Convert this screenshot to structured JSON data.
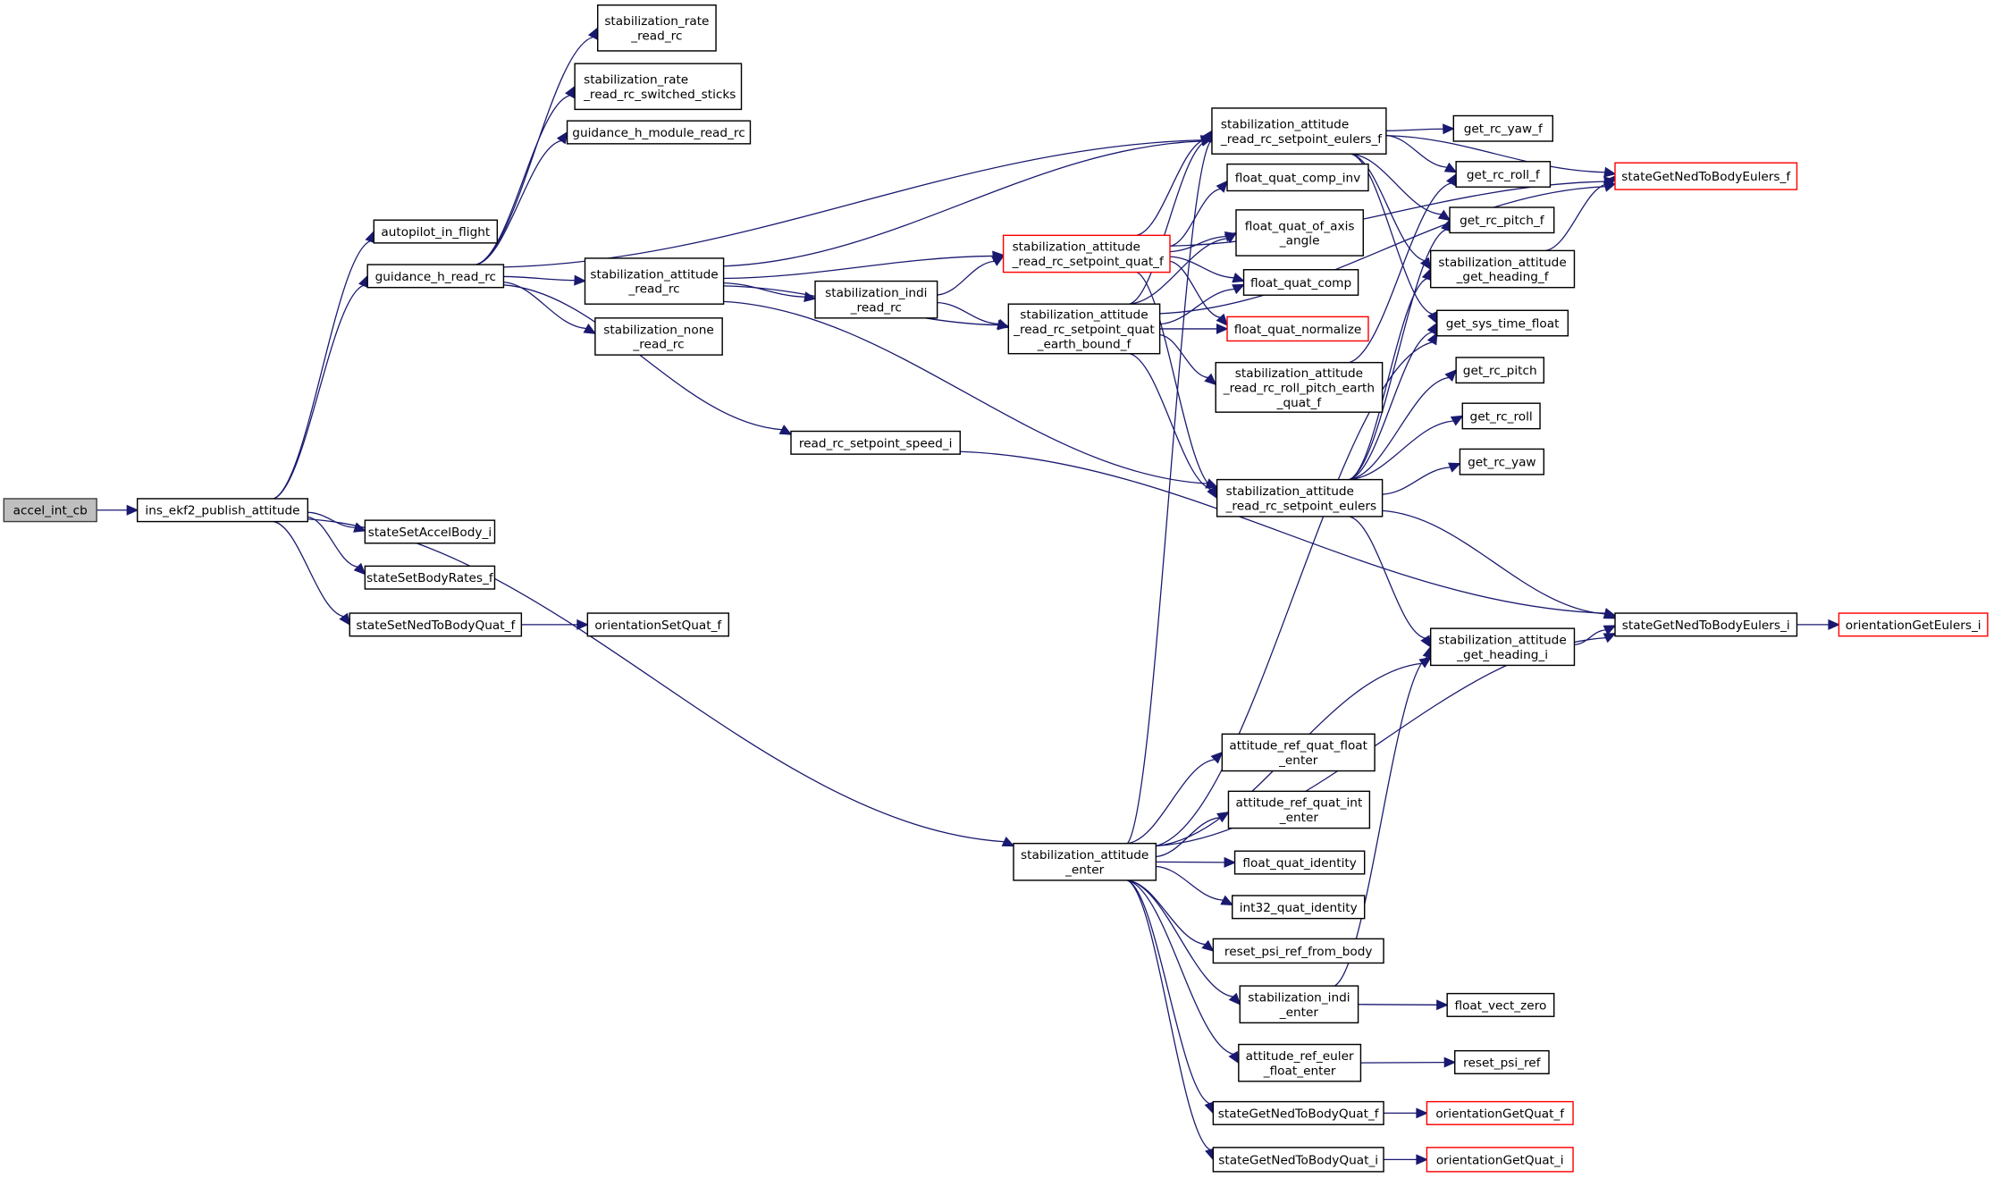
{
  "title": "Call graph for accel_int_cb",
  "colors": {
    "edge": "#191970",
    "root_fill": "#bfbfbf",
    "truncated_border": "#ff0000",
    "node_border": "#000000"
  },
  "nodes": [
    {
      "id": "accel_int_cb",
      "lines": [
        "accel_int_cb"
      ],
      "root": true
    },
    {
      "id": "ins_ekf2_publish_attitude",
      "lines": [
        "ins_ekf2_publish_attitude"
      ]
    },
    {
      "id": "autopilot_in_flight",
      "lines": [
        "autopilot_in_flight"
      ]
    },
    {
      "id": "guidance_h_read_rc",
      "lines": [
        "guidance_h_read_rc"
      ]
    },
    {
      "id": "stabilization_rate_read_rc",
      "lines": [
        "stabilization_rate",
        "_read_rc"
      ]
    },
    {
      "id": "stabilization_rate_read_rc_switched_sticks",
      "lines": [
        "stabilization_rate",
        "_read_rc_switched_sticks"
      ],
      "align": "left"
    },
    {
      "id": "guidance_h_module_read_rc",
      "lines": [
        "guidance_h_module_read_rc"
      ]
    },
    {
      "id": "stabilization_attitude_read_rc",
      "lines": [
        "stabilization_attitude",
        "_read_rc"
      ]
    },
    {
      "id": "stabilization_none_read_rc",
      "lines": [
        "stabilization_none",
        "_read_rc"
      ]
    },
    {
      "id": "stateSetAccelBody_i",
      "lines": [
        "stateSetAccelBody_i"
      ]
    },
    {
      "id": "stateSetBodyRates_f",
      "lines": [
        "stateSetBodyRates_f"
      ]
    },
    {
      "id": "stateSetNedToBodyQuat_f",
      "lines": [
        "stateSetNedToBodyQuat_f"
      ]
    },
    {
      "id": "orientationSetQuat_f",
      "lines": [
        "orientationSetQuat_f"
      ]
    },
    {
      "id": "read_rc_setpoint_speed_i",
      "lines": [
        "read_rc_setpoint_speed_i"
      ]
    },
    {
      "id": "stabilization_indi_read_rc",
      "lines": [
        "stabilization_indi",
        "_read_rc"
      ]
    },
    {
      "id": "stabilization_attitude_read_rc_setpoint_quat_f",
      "lines": [
        "stabilization_attitude",
        "_read_rc_setpoint_quat_f"
      ],
      "red": true,
      "align": "left"
    },
    {
      "id": "stabilization_attitude_read_rc_setpoint_quat_earth_bound_f",
      "lines": [
        "stabilization_attitude",
        "_read_rc_setpoint_quat",
        "_earth_bound_f"
      ]
    },
    {
      "id": "stabilization_attitude_read_rc_setpoint_eulers_f",
      "lines": [
        "stabilization_attitude",
        "_read_rc_setpoint_eulers_f"
      ],
      "align": "left"
    },
    {
      "id": "float_quat_comp_inv",
      "lines": [
        "float_quat_comp_inv"
      ]
    },
    {
      "id": "float_quat_of_axis_angle",
      "lines": [
        "float_quat_of_axis",
        "_angle"
      ]
    },
    {
      "id": "float_quat_comp",
      "lines": [
        "float_quat_comp"
      ]
    },
    {
      "id": "float_quat_normalize",
      "lines": [
        "float_quat_normalize"
      ],
      "red": true
    },
    {
      "id": "stabilization_attitude_read_rc_roll_pitch_earth_quat_f",
      "lines": [
        "stabilization_attitude",
        "_read_rc_roll_pitch_earth",
        "_quat_f"
      ]
    },
    {
      "id": "stabilization_attitude_read_rc_setpoint_eulers",
      "lines": [
        "stabilization_attitude",
        "_read_rc_setpoint_eulers"
      ],
      "align": "left"
    },
    {
      "id": "get_rc_yaw_f",
      "lines": [
        "get_rc_yaw_f"
      ]
    },
    {
      "id": "get_rc_roll_f",
      "lines": [
        "get_rc_roll_f"
      ]
    },
    {
      "id": "get_rc_pitch_f",
      "lines": [
        "get_rc_pitch_f"
      ]
    },
    {
      "id": "stabilization_attitude_get_heading_f",
      "lines": [
        "stabilization_attitude",
        "_get_heading_f"
      ]
    },
    {
      "id": "get_sys_time_float",
      "lines": [
        "get_sys_time_float"
      ]
    },
    {
      "id": "get_rc_pitch",
      "lines": [
        "get_rc_pitch"
      ]
    },
    {
      "id": "get_rc_roll",
      "lines": [
        "get_rc_roll"
      ]
    },
    {
      "id": "get_rc_yaw",
      "lines": [
        "get_rc_yaw"
      ]
    },
    {
      "id": "stateGetNedToBodyEulers_f",
      "lines": [
        "stateGetNedToBodyEulers_f"
      ],
      "red": true
    },
    {
      "id": "stateGetNedToBodyEulers_i",
      "lines": [
        "stateGetNedToBodyEulers_i"
      ]
    },
    {
      "id": "orientationGetEulers_i",
      "lines": [
        "orientationGetEulers_i"
      ],
      "red": true
    },
    {
      "id": "stabilization_attitude_get_heading_i",
      "lines": [
        "stabilization_attitude",
        "_get_heading_i"
      ]
    },
    {
      "id": "stabilization_attitude_enter",
      "lines": [
        "stabilization_attitude",
        "_enter"
      ]
    },
    {
      "id": "attitude_ref_quat_float_enter",
      "lines": [
        "attitude_ref_quat_float",
        "_enter"
      ]
    },
    {
      "id": "attitude_ref_quat_int_enter",
      "lines": [
        "attitude_ref_quat_int",
        "_enter"
      ]
    },
    {
      "id": "float_quat_identity",
      "lines": [
        "float_quat_identity"
      ]
    },
    {
      "id": "int32_quat_identity",
      "lines": [
        "int32_quat_identity"
      ]
    },
    {
      "id": "reset_psi_ref_from_body",
      "lines": [
        "reset_psi_ref_from_body"
      ]
    },
    {
      "id": "stabilization_indi_enter",
      "lines": [
        "stabilization_indi",
        "_enter"
      ]
    },
    {
      "id": "float_vect_zero",
      "lines": [
        "float_vect_zero"
      ]
    },
    {
      "id": "attitude_ref_euler_float_enter",
      "lines": [
        "attitude_ref_euler",
        "_float_enter"
      ]
    },
    {
      "id": "reset_psi_ref",
      "lines": [
        "reset_psi_ref"
      ]
    },
    {
      "id": "stateGetNedToBodyQuat_f",
      "lines": [
        "stateGetNedToBodyQuat_f"
      ]
    },
    {
      "id": "orientationGetQuat_f",
      "lines": [
        "orientationGetQuat_f"
      ],
      "red": true
    },
    {
      "id": "stateGetNedToBodyQuat_i",
      "lines": [
        "stateGetNedToBodyQuat_i"
      ]
    },
    {
      "id": "orientationGetQuat_i",
      "lines": [
        "orientationGetQuat_i"
      ],
      "red": true
    }
  ],
  "edges": [
    [
      "accel_int_cb",
      "ins_ekf2_publish_attitude"
    ],
    [
      "ins_ekf2_publish_attitude",
      "autopilot_in_flight"
    ],
    [
      "ins_ekf2_publish_attitude",
      "guidance_h_read_rc"
    ],
    [
      "ins_ekf2_publish_attitude",
      "stateSetAccelBody_i"
    ],
    [
      "ins_ekf2_publish_attitude",
      "stateSetBodyRates_f"
    ],
    [
      "ins_ekf2_publish_attitude",
      "stateSetNedToBodyQuat_f"
    ],
    [
      "ins_ekf2_publish_attitude",
      "stabilization_attitude_enter"
    ],
    [
      "guidance_h_read_rc",
      "stabilization_rate_read_rc"
    ],
    [
      "guidance_h_read_rc",
      "stabilization_rate_read_rc_switched_sticks"
    ],
    [
      "guidance_h_read_rc",
      "guidance_h_module_read_rc"
    ],
    [
      "guidance_h_read_rc",
      "stabilization_attitude_read_rc"
    ],
    [
      "guidance_h_read_rc",
      "stabilization_none_read_rc"
    ],
    [
      "guidance_h_read_rc",
      "read_rc_setpoint_speed_i"
    ],
    [
      "guidance_h_read_rc",
      "stabilization_attitude_read_rc_setpoint_eulers_f"
    ],
    [
      "stateSetNedToBodyQuat_f",
      "orientationSetQuat_f"
    ],
    [
      "stabilization_attitude_read_rc",
      "stabilization_indi_read_rc"
    ],
    [
      "stabilization_attitude_read_rc",
      "stabilization_attitude_read_rc_setpoint_quat_f"
    ],
    [
      "stabilization_attitude_read_rc",
      "stabilization_attitude_read_rc_setpoint_quat_earth_bound_f"
    ],
    [
      "stabilization_attitude_read_rc",
      "stabilization_attitude_read_rc_setpoint_eulers_f"
    ],
    [
      "stabilization_attitude_read_rc",
      "stabilization_attitude_read_rc_setpoint_eulers"
    ],
    [
      "stabilization_indi_read_rc",
      "stabilization_attitude_read_rc_setpoint_quat_f"
    ],
    [
      "stabilization_indi_read_rc",
      "stabilization_attitude_read_rc_setpoint_quat_earth_bound_f"
    ],
    [
      "read_rc_setpoint_speed_i",
      "stateGetNedToBodyEulers_i"
    ],
    [
      "stabilization_attitude_read_rc_setpoint_quat_f",
      "stabilization_attitude_read_rc_setpoint_eulers_f"
    ],
    [
      "stabilization_attitude_read_rc_setpoint_quat_f",
      "float_quat_comp_inv"
    ],
    [
      "stabilization_attitude_read_rc_setpoint_quat_f",
      "float_quat_of_axis_angle"
    ],
    [
      "stabilization_attitude_read_rc_setpoint_quat_f",
      "float_quat_comp"
    ],
    [
      "stabilization_attitude_read_rc_setpoint_quat_f",
      "float_quat_normalize"
    ],
    [
      "stabilization_attitude_read_rc_setpoint_quat_f",
      "stabilization_attitude_read_rc_setpoint_eulers"
    ],
    [
      "stabilization_attitude_read_rc_setpoint_quat_f",
      "stateGetNedToBodyEulers_f"
    ],
    [
      "stabilization_attitude_read_rc_setpoint_quat_earth_bound_f",
      "stabilization_attitude_read_rc_setpoint_eulers_f"
    ],
    [
      "stabilization_attitude_read_rc_setpoint_quat_earth_bound_f",
      "float_quat_of_axis_angle"
    ],
    [
      "stabilization_attitude_read_rc_setpoint_quat_earth_bound_f",
      "float_quat_comp"
    ],
    [
      "stabilization_attitude_read_rc_setpoint_quat_earth_bound_f",
      "float_quat_normalize"
    ],
    [
      "stabilization_attitude_read_rc_setpoint_quat_earth_bound_f",
      "stabilization_attitude_read_rc_roll_pitch_earth_quat_f"
    ],
    [
      "stabilization_attitude_read_rc_setpoint_quat_earth_bound_f",
      "stabilization_attitude_read_rc_setpoint_eulers"
    ],
    [
      "stabilization_attitude_read_rc_setpoint_quat_earth_bound_f",
      "stateGetNedToBodyEulers_f"
    ],
    [
      "stabilization_attitude_read_rc_setpoint_eulers_f",
      "get_rc_yaw_f"
    ],
    [
      "stabilization_attitude_read_rc_setpoint_eulers_f",
      "get_rc_roll_f"
    ],
    [
      "stabilization_attitude_read_rc_setpoint_eulers_f",
      "get_rc_pitch_f"
    ],
    [
      "stabilization_attitude_read_rc_setpoint_eulers_f",
      "stabilization_attitude_get_heading_f"
    ],
    [
      "stabilization_attitude_read_rc_setpoint_eulers_f",
      "get_sys_time_float"
    ],
    [
      "stabilization_attitude_read_rc_setpoint_eulers_f",
      "stateGetNedToBodyEulers_f"
    ],
    [
      "stabilization_attitude_read_rc_roll_pitch_earth_quat_f",
      "get_rc_roll_f"
    ],
    [
      "stabilization_attitude_get_heading_f",
      "stateGetNedToBodyEulers_f"
    ],
    [
      "stabilization_attitude_read_rc_setpoint_eulers",
      "get_rc_pitch_f"
    ],
    [
      "stabilization_attitude_read_rc_setpoint_eulers",
      "stabilization_attitude_get_heading_f"
    ],
    [
      "stabilization_attitude_read_rc_setpoint_eulers",
      "get_sys_time_float"
    ],
    [
      "stabilization_attitude_read_rc_setpoint_eulers",
      "get_rc_pitch"
    ],
    [
      "stabilization_attitude_read_rc_setpoint_eulers",
      "get_rc_roll"
    ],
    [
      "stabilization_attitude_read_rc_setpoint_eulers",
      "get_rc_yaw"
    ],
    [
      "stabilization_attitude_read_rc_setpoint_eulers",
      "stabilization_attitude_get_heading_i"
    ],
    [
      "stabilization_attitude_read_rc_setpoint_eulers",
      "stateGetNedToBodyEulers_i"
    ],
    [
      "stateGetNedToBodyEulers_i",
      "orientationGetEulers_i"
    ],
    [
      "stabilization_attitude_get_heading_i",
      "stateGetNedToBodyEulers_i"
    ],
    [
      "stabilization_attitude_enter",
      "stabilization_attitude_read_rc_setpoint_eulers_f"
    ],
    [
      "stabilization_attitude_enter",
      "get_sys_time_float"
    ],
    [
      "stabilization_attitude_enter",
      "stabilization_attitude_get_heading_i"
    ],
    [
      "stabilization_attitude_enter",
      "stateGetNedToBodyEulers_i"
    ],
    [
      "stabilization_attitude_enter",
      "attitude_ref_quat_float_enter"
    ],
    [
      "stabilization_attitude_enter",
      "attitude_ref_quat_int_enter"
    ],
    [
      "stabilization_attitude_enter",
      "float_quat_identity"
    ],
    [
      "stabilization_attitude_enter",
      "int32_quat_identity"
    ],
    [
      "stabilization_attitude_enter",
      "reset_psi_ref_from_body"
    ],
    [
      "stabilization_attitude_enter",
      "stabilization_indi_enter"
    ],
    [
      "stabilization_attitude_enter",
      "attitude_ref_euler_float_enter"
    ],
    [
      "stabilization_attitude_enter",
      "stateGetNedToBodyQuat_f"
    ],
    [
      "stabilization_attitude_enter",
      "stateGetNedToBodyQuat_i"
    ],
    [
      "stabilization_indi_enter",
      "float_vect_zero"
    ],
    [
      "stabilization_indi_enter",
      "stabilization_attitude_get_heading_i"
    ],
    [
      "attitude_ref_euler_float_enter",
      "reset_psi_ref"
    ],
    [
      "stateGetNedToBodyQuat_f",
      "orientationGetQuat_f"
    ],
    [
      "stateGetNedToBodyQuat_i",
      "orientationGetQuat_i"
    ]
  ]
}
